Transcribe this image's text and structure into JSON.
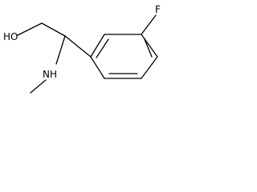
{
  "labels": {
    "hydroxyl": "HO",
    "fluorine": "F",
    "amine": "NH"
  },
  "colors": {
    "bond": "#000000",
    "background": "#ffffff"
  }
}
